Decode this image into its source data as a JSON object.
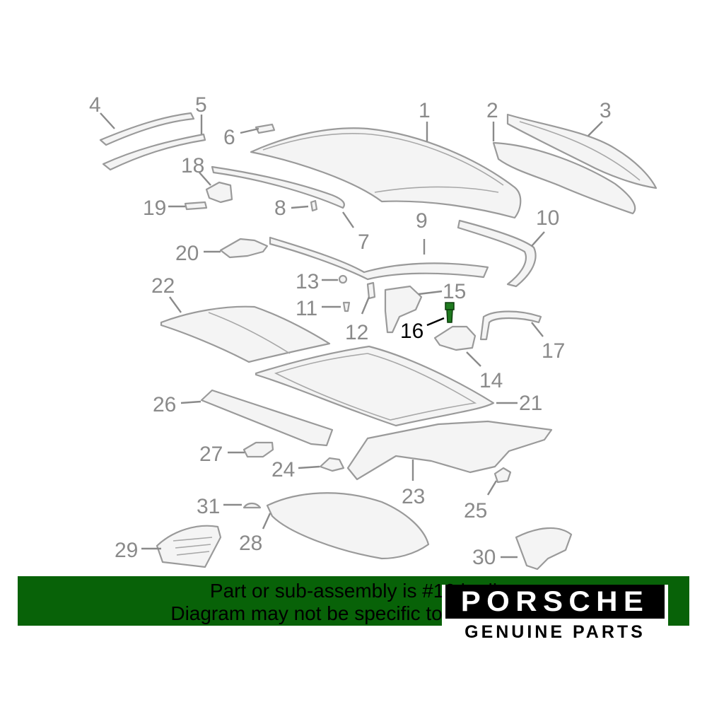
{
  "callouts": [
    {
      "id": "1",
      "label": "1"
    },
    {
      "id": "2",
      "label": "2"
    },
    {
      "id": "3",
      "label": "3"
    },
    {
      "id": "4",
      "label": "4"
    },
    {
      "id": "5",
      "label": "5"
    },
    {
      "id": "6",
      "label": "6"
    },
    {
      "id": "7",
      "label": "7"
    },
    {
      "id": "8",
      "label": "8"
    },
    {
      "id": "9",
      "label": "9"
    },
    {
      "id": "10",
      "label": "10"
    },
    {
      "id": "11",
      "label": "11"
    },
    {
      "id": "12",
      "label": "12"
    },
    {
      "id": "13",
      "label": "13"
    },
    {
      "id": "14",
      "label": "14"
    },
    {
      "id": "15",
      "label": "15"
    },
    {
      "id": "16",
      "label": "16",
      "highlighted": true
    },
    {
      "id": "17",
      "label": "17"
    },
    {
      "id": "18",
      "label": "18"
    },
    {
      "id": "19",
      "label": "19"
    },
    {
      "id": "20",
      "label": "20"
    },
    {
      "id": "21",
      "label": "21"
    },
    {
      "id": "22",
      "label": "22"
    },
    {
      "id": "23",
      "label": "23"
    },
    {
      "id": "24",
      "label": "24"
    },
    {
      "id": "25",
      "label": "25"
    },
    {
      "id": "26",
      "label": "26"
    },
    {
      "id": "27",
      "label": "27"
    },
    {
      "id": "28",
      "label": "28"
    },
    {
      "id": "29",
      "label": "29"
    },
    {
      "id": "30",
      "label": "30"
    },
    {
      "id": "31",
      "label": "31"
    }
  ],
  "highlighted_part": "16",
  "banner": {
    "line1": "Part or sub-assembly is #16 in di",
    "line2": "Diagram may not be specific to you",
    "background_color": "#086208"
  },
  "logo": {
    "wordmark": "PORSCHE",
    "subtitle": "GENUINE PARTS"
  },
  "colors": {
    "line_art": "#9a9a9a",
    "highlight_part": "#1f7a1f",
    "callout_text": "#8a8a8a"
  }
}
